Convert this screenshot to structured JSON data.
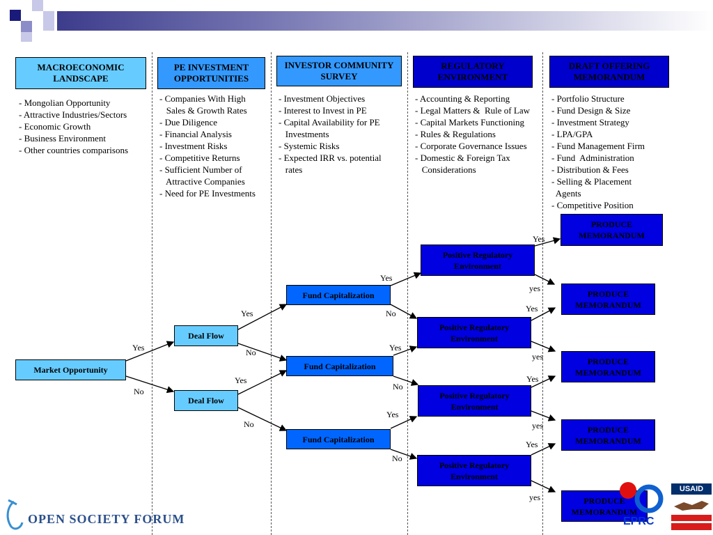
{
  "columns": [
    {
      "title": "MACROECONOMIC LANDSCAPE",
      "items": [
        "- Mongolian Opportunity",
        "- Attractive Industries/Sectors",
        "- Economic Growth",
        "- Business Environment",
        "- Other countries comparisons"
      ]
    },
    {
      "title": "PE INVESTMENT OPPORTUNITIES",
      "items": [
        "- Companies With High",
        "   Sales & Growth Rates",
        "- Due Diligence",
        "- Financial Analysis",
        "- Investment Risks",
        "- Competitive Returns",
        "- Sufficient Number of",
        "   Attractive Companies",
        "- Need for PE Investments"
      ]
    },
    {
      "title": "INVESTOR COMMUNITY SURVEY",
      "items": [
        "- Investment Objectives",
        "- Interest to Invest in PE",
        "- Capital Availability for PE",
        "   Investments",
        "- Systemic Risks",
        "- Expected IRR vs. potential",
        "   rates"
      ]
    },
    {
      "title": "REGULATORY ENVIRONMENT",
      "items": [
        "- Accounting & Reporting",
        "- Legal Matters &  Rule of Law",
        "- Capital Markets Functioning",
        "- Rules & Regulations",
        "- Corporate Governance Issues",
        "- Domestic & Foreign Tax",
        "   Considerations"
      ]
    },
    {
      "title": "DRAFT OFFERING MEMORANDUM",
      "items": [
        "- Portfolio Structure",
        "- Fund Design & Size",
        "- Investment Strategy",
        "- LPA/GPA",
        "- Fund Management Firm",
        "- Fund  Administration",
        "- Distribution & Fees",
        "- Selling & Placement",
        "  Agents",
        "- Competitive Position"
      ]
    }
  ],
  "nodes": {
    "market": "Market Opportunity",
    "deal": "Deal Flow",
    "fund": "Fund Capitalization",
    "reg": "Positive Regulatory Environment",
    "memo": "PRODUCE MEMORANDUM"
  },
  "edge_labels": {
    "yes": "Yes",
    "yes_lower": "yes",
    "no": "No"
  },
  "logos": {
    "osf": "OPEN SOCIETY  FORUM",
    "eprc": "EPRC",
    "usaid": "USAID"
  },
  "colors": {
    "light_blue": "#66ccff",
    "mid_blue": "#0080ff",
    "dark_blue": "#0000cc"
  }
}
